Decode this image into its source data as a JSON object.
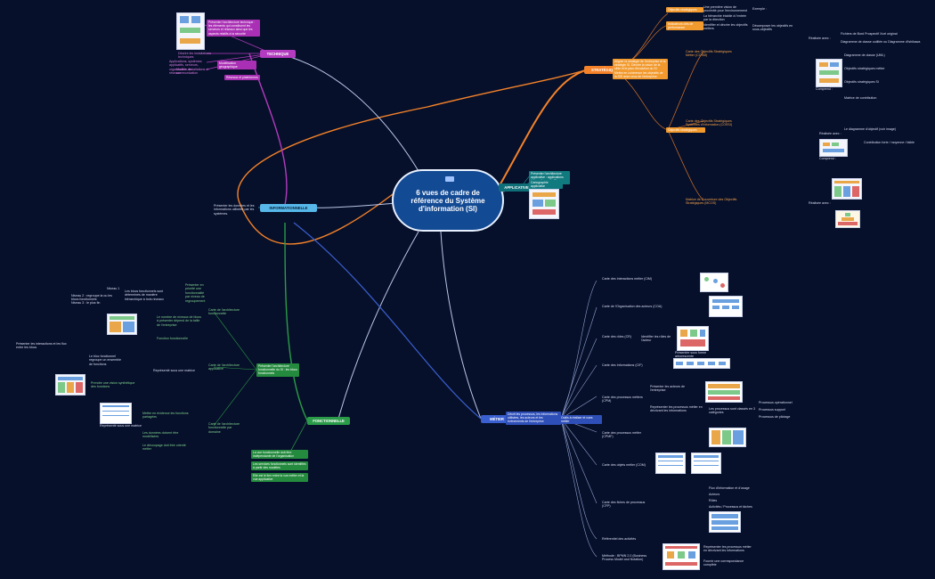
{
  "central": {
    "title": "6 vues de cadre de référence du Système d'information (SI)"
  },
  "branches": {
    "strategique": "STRATÉGIQUE",
    "technique": "TECHNIQUE",
    "informationnelle": "INFORMATIONNELLE",
    "applicative": "APPLICATIVE",
    "fonctionnelle": "FONCTIONNELLE",
    "metier": "MÉTIER"
  },
  "strategique": {
    "desc": "Aligner la stratégie de l'entreprise et la stratégie SI. Décrire la vision de la cible et le plan d'évolution du SI. Mettre en cohérence les objectifs de la DSI avec ceux de l'entreprise.",
    "obj": "Objectifs stratégiques",
    "kpi": "Indicateurs clés de performance",
    "vue_objectifs": "Carte des Objectifs Stratégiques Métier (COSM)",
    "vue_objectifs_si": "Carte des Objectifs Stratégiques Systèmes d'Information (COSSI)",
    "matrice": "Matrice de Couverture des Objectifs Stratégiques (MCOS)",
    "realisee": "Réalisée avec :",
    "exemple": "Exemple :",
    "comprend": "Comprend :",
    "notes": [
      "Une première vision de proximité pour l'environnement",
      "La hiérarchie établie à l'entrée par la direction",
      "Identifier et décrire les objectifs métiers",
      "Décomposer les objectifs en sous-objectifs",
      "Fichiers de Bord Prospectif Xcel original",
      "Diagramme de classe outillée ou Diagramme d'Ishikawa",
      "Diagramme de classe (UML)",
      "Objectifs stratégiques métier",
      "Objectifs stratégiques SI",
      "Matrice de contribution",
      "Contribution forte / moyenne / faible",
      "Le diagramme d'objectif (voir image)"
    ]
  },
  "technique": {
    "desc": "Présenter l'architecture technique : les éléments qui constituent les serveurs et réseaux ainsi que les aspects relatifs à la sécurité",
    "item1": "Maturité des infrastructures",
    "item2": "Modélisation géographique",
    "item3": "Modèle de communication",
    "item4": "Réseaux et plateformes",
    "notes": [
      "Décrire les installations techniques",
      "Applications, systèmes applicatifs, serveurs, organisation, installations et réseaux"
    ]
  },
  "informationnelle": {
    "desc": "Présenter les données et les informations utilisées par les systèmes."
  },
  "applicative": {
    "desc": "Présenter l'architecture applicative : applications informatiques du SI",
    "item": "Cartographie applicative"
  },
  "fonctionnelle": {
    "main": "Présenter l'architecture fonctionnelle du SI : les blocs fonctionnels",
    "items": [
      "Carte de l'architecture fonctionnelle",
      "Carte de l'architecture applicative",
      "Carte de l'architecture fonctionnelle par domaine"
    ],
    "notes": [
      "Niveau 1",
      "Les blocs fonctionnels sont déterminés de manière hiérarchique à trois niveaux",
      "Niveau 2 : regroupe la ou les blocs fonctionnels",
      "Niveau 3 : le plus fin",
      "Présenter en priorité une fonctionnalité par niveau de regroupement",
      "Le nombre de niveaux de blocs à présenter dépend de la taille de l'entreprise",
      "Fonction fonctionnelle",
      "Le bloc fonctionnel regroupe un ensemble de fonctions",
      "Présenter les interactions et les flux entre les blocs",
      "Représenté sous une matrice",
      "Prendre une vision synthétique des fonctions",
      "Mettre en évidence les fonctions partagées",
      "Les données doivent être modélisées",
      "Le découpage doit être orienté métier",
      "La vue fonctionnelle doit être indépendante de l'organisation",
      "Les services fonctionnels sont identifiés à partir des modèles",
      "Elle est le lien entre la vue métier et la vue applicative"
    ]
  },
  "metier": {
    "main": "Décrit les processus, les informations utilisées, les acteurs et les événements de l'entreprise",
    "hub": "Outils à réaliser et vues métier",
    "items": [
      "Carte des Interactions métier (CIM)",
      "Carte de l'Organisation des acteurs (COA)",
      "Carte des rôles (CR)",
      "Carte des Informations (CIF)",
      "Carte des processus métiers (CPM)",
      "Carte des processus métier (CPMF)",
      "Carte des objets métier (COM)",
      "Carte des fiches de processus (CFP)",
      "Référentiel des activités",
      "Méthode : BPMN 2.0 (Business Process Model and Notation)"
    ],
    "processus": [
      "Processus opérationnel",
      "Processus support",
      "Processus de pilotage"
    ],
    "bpmn": [
      "Flux d'information et d'usage",
      "Acteurs",
      "Rôles",
      "Activités / Processus et tâches"
    ],
    "notes": [
      "Présentée sous forme arborescente",
      "Les processus sont classés en 3 catégories",
      "Présenter les acteurs de l'entreprise",
      "Identifier les rôles de l'acteur",
      "Représenter les processus métier en décrivant les informations",
      "Fournir une correspondance complète"
    ]
  }
}
